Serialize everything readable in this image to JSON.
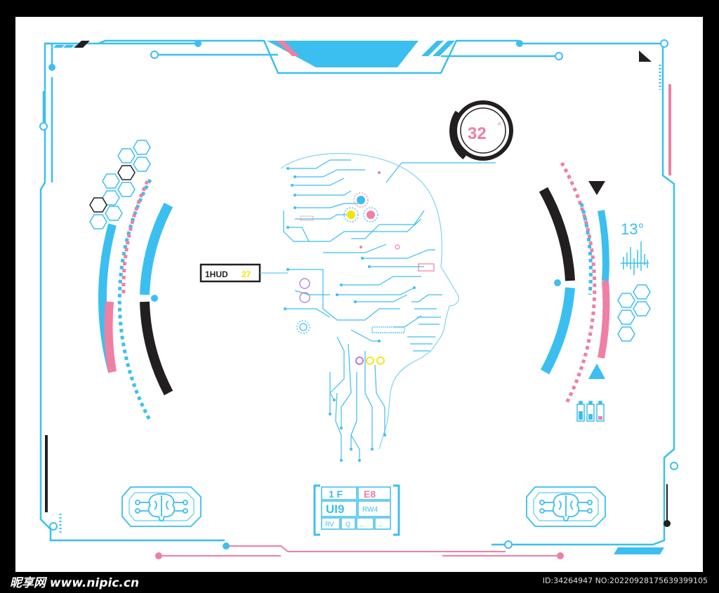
{
  "colors": {
    "cyan": "#3bbff0",
    "light_cyan": "#7fd3f4",
    "pink": "#ef7fa3",
    "dark": "#231f20",
    "yellow": "#f2e600",
    "purple": "#b36fd6",
    "background": "#ffffff",
    "frame": "#000000"
  },
  "hud": {
    "temperature_top": "32",
    "temperature_top_unit": "°",
    "temperature_right": "13°",
    "label_box": {
      "prefix": "1HUD",
      "suffix": "27"
    },
    "bottom_panel": {
      "row1": [
        "1 F",
        "E8"
      ],
      "row2": [
        "UI9",
        "RW4"
      ],
      "row3": [
        "RV",
        "Q",
        "...",
        "..."
      ]
    }
  },
  "icons": {
    "left_badge": "brain-icon",
    "right_badge": "brain-icon",
    "battery": "battery-icon",
    "head": "circuit-head-icon"
  },
  "watermark": {
    "left": "昵享网 www.nipic.cn",
    "right": "ID:34264947 NO:20220928175639399105"
  }
}
